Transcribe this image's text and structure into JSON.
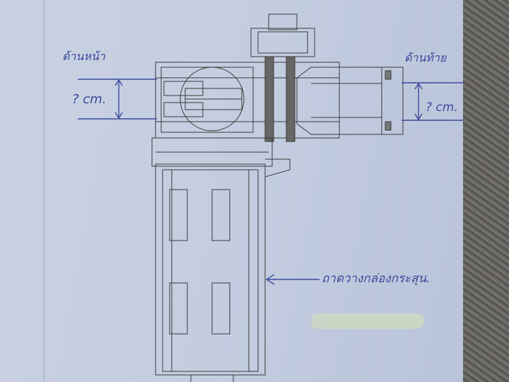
{
  "annotations": {
    "front_label": "ด้านหน้า",
    "rear_label": "ด้านท้าย",
    "front_dimension": "? cm.",
    "rear_dimension": "? cm.",
    "tray_label": "ถาดวางกล่องกระสุน."
  },
  "colors": {
    "ink_blue": "#3b4a9c",
    "drawing_line": "#3a3a3a",
    "paper": "#c6cee0"
  }
}
